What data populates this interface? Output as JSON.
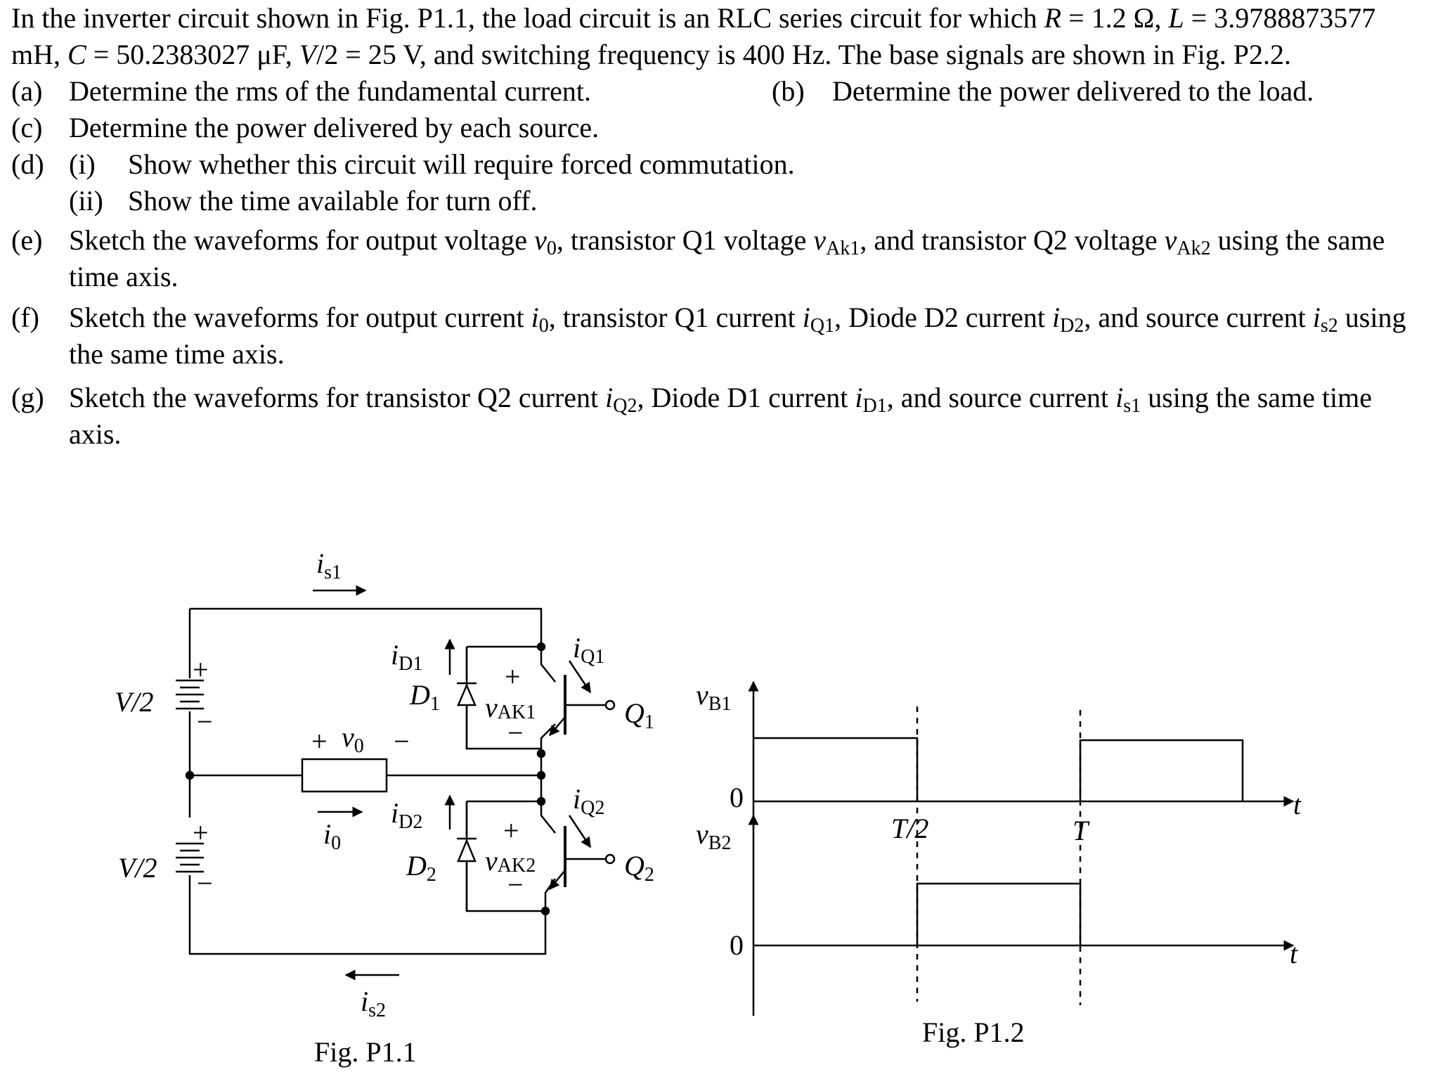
{
  "problem": {
    "intro": {
      "t1": "In the inverter circuit shown in Fig. P1.1, the load circuit is an RLC series circuit for which ",
      "R_sym": "R",
      "R_val": " = 1.2 Ω, ",
      "L_sym": "L",
      "L_val": " = 3.9788873577 mH, ",
      "C_sym": "C",
      "C_val": " = 50.2383027 μF, ",
      "V_sym": "V",
      "V_val": "/2 = 25 V, and switching frequency is 400 Hz. The base signals are shown in Fig. P2.2."
    },
    "a": {
      "label": "(a)",
      "text": "Determine the rms of the fundamental current."
    },
    "b": {
      "label": "(b)",
      "text": "Determine the power delivered to the load."
    },
    "c": {
      "label": "(c)",
      "text": "Determine the power delivered by each source."
    },
    "d": {
      "label": "(d)",
      "i": {
        "label": "(i)",
        "text": "Show whether this circuit will require forced commutation."
      },
      "ii": {
        "label": "(ii)",
        "text": "Show the time available for turn off."
      }
    },
    "e": {
      "label": "(e)",
      "t1": "Sketch the waveforms for output voltage ",
      "v1": "v",
      "s1": "0",
      "t2": ", transistor Q1 voltage ",
      "v2": "v",
      "s2": "Ak1",
      "t3": ", and transistor Q2 voltage ",
      "v3": "v",
      "s3": "Ak2",
      "t4": " using the same time axis."
    },
    "f": {
      "label": "(f)",
      "t1": "Sketch the waveforms for output current ",
      "v1": "i",
      "s1": "0",
      "t2": ", transistor Q1 current ",
      "v2": "i",
      "s2": "Q1",
      "t3": ", Diode D2 current ",
      "v3": "i",
      "s3": "D2",
      "t4": ", and source current ",
      "v4": "i",
      "s4": "s2",
      "t5": " using the same time axis."
    },
    "g": {
      "label": "(g)",
      "t1": "Sketch the waveforms for transistor Q2 current ",
      "v1": "i",
      "s1": "Q2",
      "t2": ", Diode D1 current ",
      "v2": "i",
      "s2": "D1",
      "t3": ", and source current ",
      "v3": "i",
      "s3": "s1",
      "t4": " using the same time axis."
    }
  },
  "fig1": {
    "caption": "Fig. P1.1",
    "is1": {
      "v": "i",
      "s": "s1"
    },
    "is2": {
      "v": "i",
      "s": "s2"
    },
    "vs_top": "V/2",
    "vs_bot": "V/2",
    "plus": "+",
    "minus": "−",
    "v0": {
      "v": "v",
      "s": "0"
    },
    "i0": {
      "v": "i",
      "s": "0"
    },
    "iD1": {
      "v": "i",
      "s": "D1"
    },
    "iD2": {
      "v": "i",
      "s": "D2"
    },
    "iQ1": {
      "v": "i",
      "s": "Q1"
    },
    "iQ2": {
      "v": "i",
      "s": "Q2"
    },
    "D1": {
      "v": "D",
      "s": "1"
    },
    "D2": {
      "v": "D",
      "s": "2"
    },
    "vAK1": {
      "v": "v",
      "s": "AK1"
    },
    "vAK2": {
      "v": "v",
      "s": "AK2"
    },
    "Q1": {
      "v": "Q",
      "s": "1"
    },
    "Q2": {
      "v": "Q",
      "s": "2"
    }
  },
  "fig2": {
    "caption": "Fig. P1.2",
    "vB1": {
      "v": "v",
      "s": "B1"
    },
    "vB2": {
      "v": "v",
      "s": "B2"
    },
    "zero": "0",
    "t": "t",
    "T_half": "T/2",
    "T": "T"
  }
}
